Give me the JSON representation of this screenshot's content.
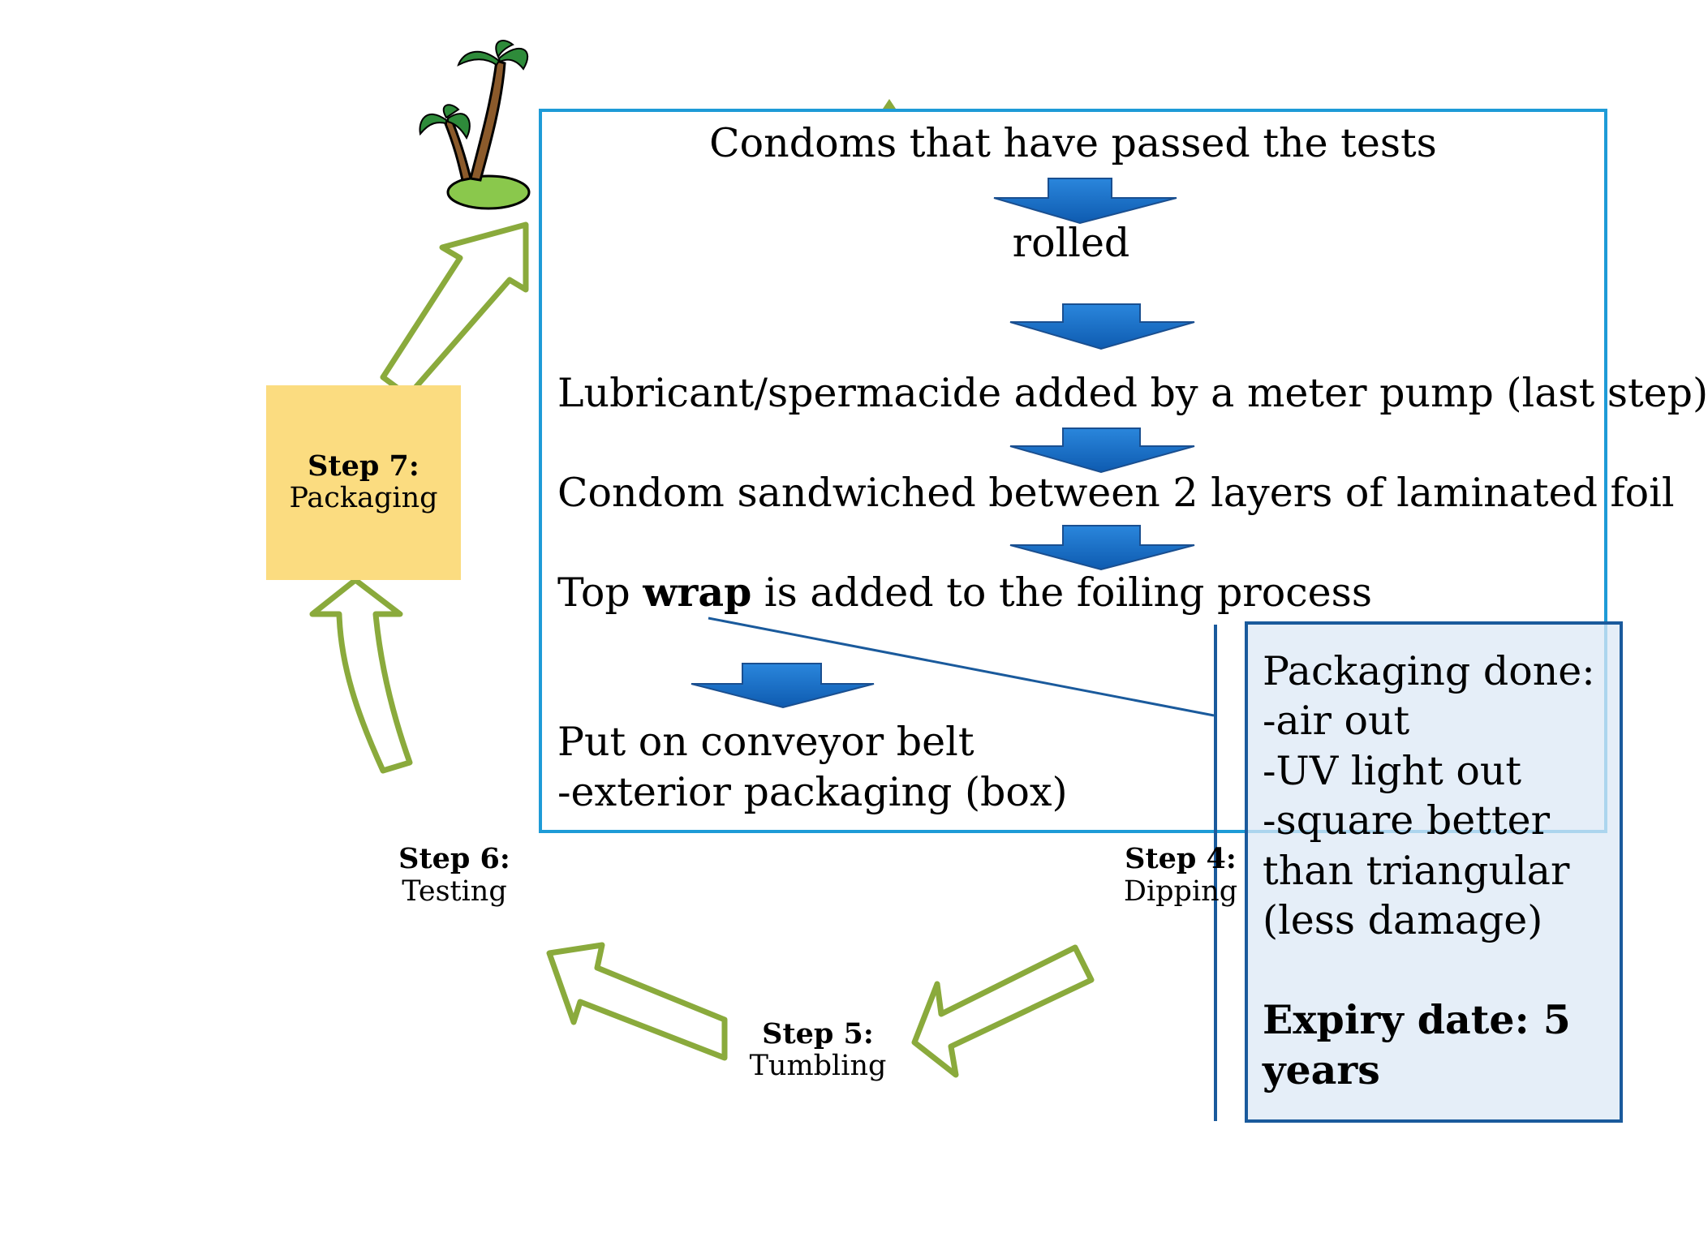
{
  "steps": {
    "step7": {
      "title": "Step 7:",
      "label": "Packaging"
    },
    "step6": {
      "title": "Step 6:",
      "label": "Testing"
    },
    "step5": {
      "title": "Step 5:",
      "label": "Tumbling"
    },
    "step4": {
      "title": "Step 4:",
      "label": "Dipping"
    }
  },
  "flow": {
    "passed": "Condoms that have passed the tests",
    "rolled": "rolled",
    "lubricant": "Lubricant/spermacide added by a meter pump (last step)",
    "sandwiched": "Condom sandwiched between 2 layers of  laminated foil",
    "topwrap": {
      "before": "Top ",
      "bold": "wrap",
      "after": " is added to the foiling process"
    },
    "conveyor": "Put on conveyor belt",
    "exterior": "-exterior packaging (box)"
  },
  "side_note": {
    "line1": "Packaging done:",
    "line2": "-air out",
    "line3": "-UV light out",
    "line4": "-square better",
    "line5": "than triangular",
    "line6": "(less damage)",
    "expiry1": "Expiry date: 5",
    "expiry2": "years"
  },
  "colors": {
    "step7_box": "#fbdc80",
    "flow_border": "#1e9bd7",
    "side_border": "#1a5a9c",
    "side_fill": "#e4eef9",
    "down_arrow": "#1670c7",
    "cycle_arrow": "#8aaa3c"
  }
}
